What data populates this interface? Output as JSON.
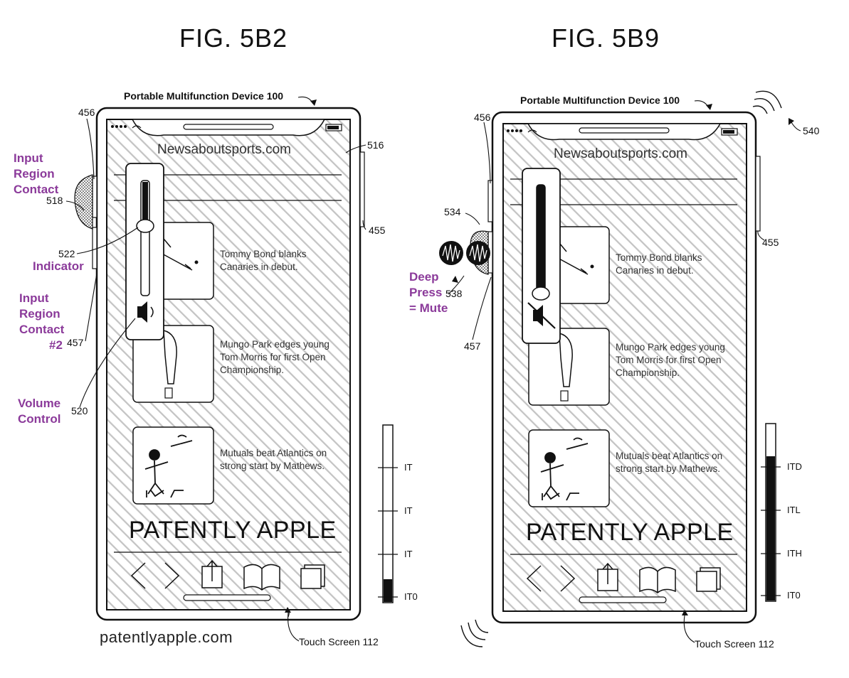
{
  "left": {
    "fig_title": "FIG. 5B2",
    "device_label": "Portable Multifunction Device 100",
    "url": "Newsaboutsports.com",
    "articles": [
      "Tommy Bond blanks Canaries in debut.",
      "Mungo Park edges young Tom Morris for first Open Championship.",
      "Mutuals beat Atlantics on strong start by Mathews."
    ],
    "refs": {
      "r456": "456",
      "r516": "516",
      "r455": "455",
      "r518": "518",
      "r522": "522",
      "r457": "457",
      "r520": "520"
    },
    "annotations": {
      "input_region_contact": [
        "Input",
        "Region",
        "Contact"
      ],
      "indicator": "Indicator",
      "input_region_contact_2": [
        "Input",
        "Region",
        "Contact",
        "#2"
      ],
      "volume_control": [
        "Volume",
        "Control"
      ]
    },
    "intensity_labels": [
      "IT",
      "IT",
      "IT",
      "IT0"
    ],
    "intensity_fill_fraction": 0.13,
    "touch_screen_label": "Touch Screen 112",
    "watermark": "PATENTLY APPLE",
    "footer_url": "patentlyapple.com"
  },
  "right": {
    "fig_title": "FIG. 5B9",
    "device_label": "Portable Multifunction Device 100",
    "url": "Newsaboutsports.com",
    "articles": [
      "Tommy Bond blanks Canaries in debut.",
      "Mungo Park edges young Tom Morris for first Open Championship.",
      "Mutuals beat Atlantics on strong start by Mathews."
    ],
    "refs": {
      "r456": "456",
      "r455": "455",
      "r540": "540",
      "r534": "534",
      "r538": "538",
      "r457": "457"
    },
    "annotations": {
      "deep_press": [
        "Deep",
        "Press",
        "= Mute"
      ]
    },
    "intensity_labels": [
      "ITD",
      "ITL",
      "ITH",
      "IT0"
    ],
    "intensity_fill_fraction": 0.82,
    "touch_screen_label": "Touch Screen 112",
    "watermark": "PATENTLY APPLE"
  },
  "colors": {
    "annotation": "#8b3a9a",
    "ink": "#111111",
    "hatch": "#c8c8c8"
  }
}
